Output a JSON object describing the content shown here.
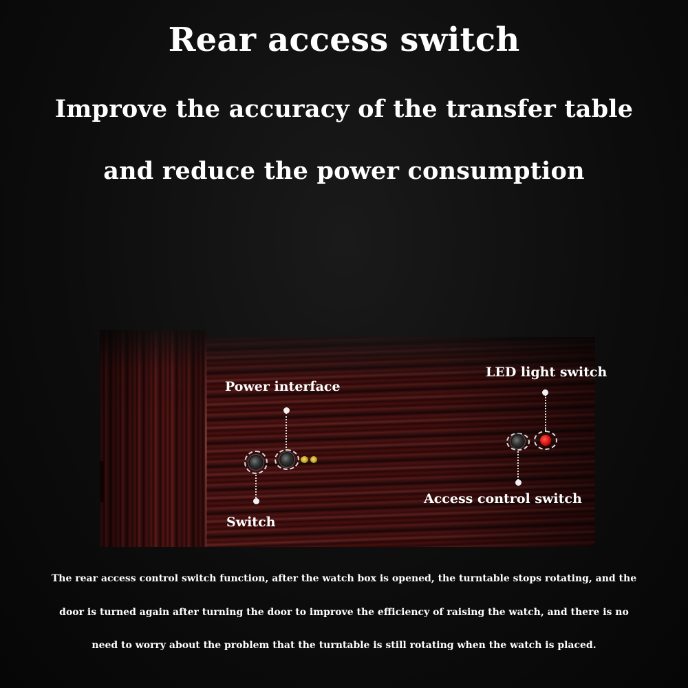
{
  "heading": {
    "title": "Rear access switch",
    "subtitle_line1": "Improve the accuracy of the transfer table",
    "subtitle_line2": "and reduce the power consumption"
  },
  "callouts": {
    "power_interface": "Power interface",
    "switch": "Switch",
    "led_light_switch": "LED light switch",
    "access_control_switch": "Access control switch"
  },
  "description": {
    "line1": "The rear access control switch function, after the watch box is opened, the turntable stops rotating, and the",
    "line2": "door is turned again after turning the door to improve the efficiency of raising the watch, and there is no",
    "line3": "need to worry about the problem that the turntable is still rotating when the watch is placed."
  },
  "colors": {
    "background": "#0b0b0b",
    "wood_dark": "#2a0707",
    "wood_light": "#5a1a18",
    "led_button": "#d41010",
    "text": "#ffffff"
  }
}
